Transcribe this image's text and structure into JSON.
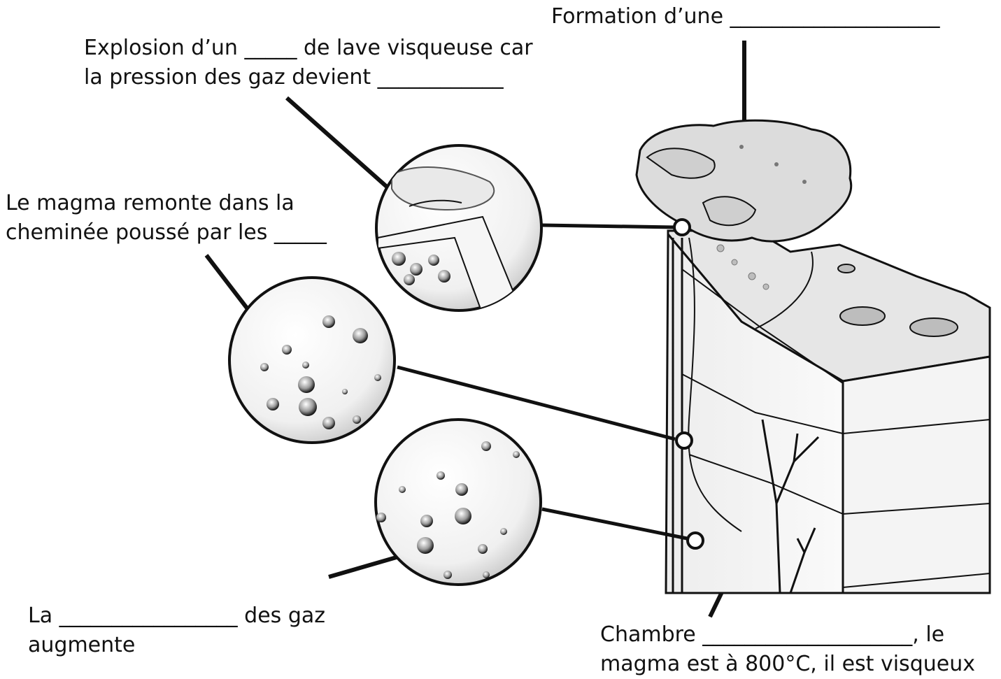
{
  "labels": {
    "formation": "Formation d’une ____________________",
    "explosion_line1": "Explosion d’un _____ de lave visqueuse car",
    "explosion_line2": "la pression des gaz devient ____________",
    "magma_line1": "Le magma remonte dans la",
    "magma_line2": "cheminée poussé par les _____",
    "pressure_line1": "La _________________ des gaz",
    "pressure_line2": "augmente",
    "chambre_line1": "Chambre ____________________, le",
    "chambre_line2": "magma est à 800°C, il est visqueux"
  },
  "colors": {
    "ink": "#111111",
    "shade": "#d9d9d9",
    "light": "#f2f2f2",
    "mid": "#9a9a9a"
  }
}
